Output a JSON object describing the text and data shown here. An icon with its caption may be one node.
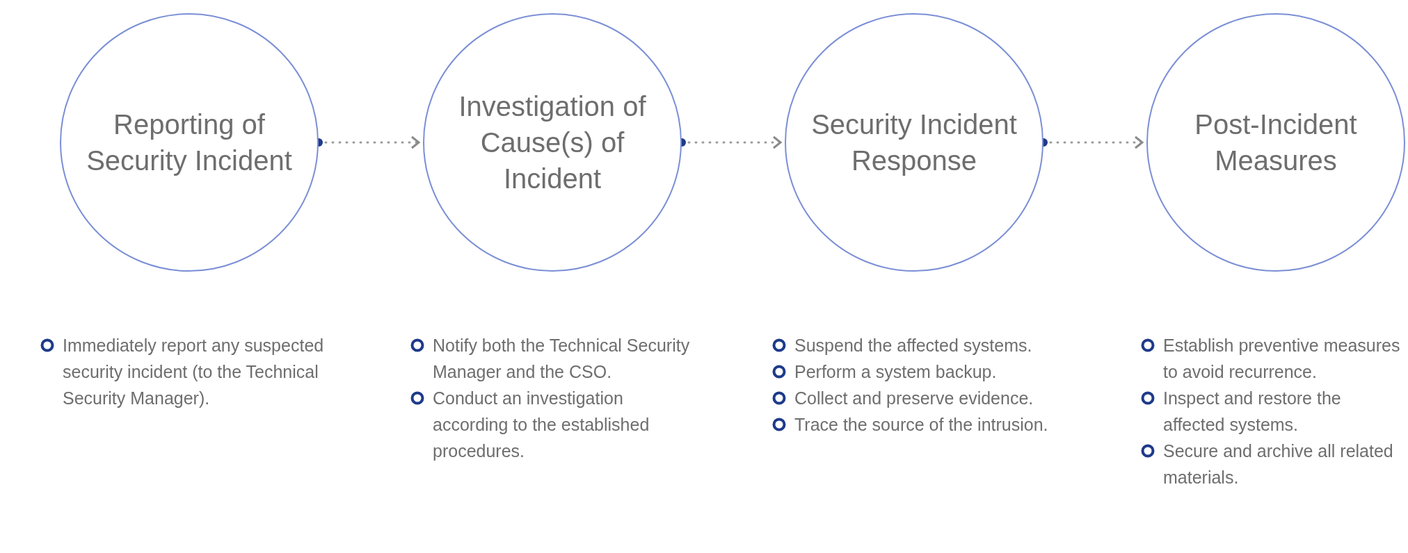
{
  "diagram": {
    "nodes": [
      {
        "text": [
          "Reporting of Security Incident"
        ],
        "beside": [
          "Immediately report any suspected security incident (to the Technical Security Manager)."
        ]
      },
      {
        "text": [
          "Investigation of Cause(s) of Incident"
        ],
        "beside": [
          "Notify both the Technical Security Manager and the CSO.",
          "Conduct an investigation according to the established procedures."
        ]
      },
      {
        "text": [
          "Security Incident Response"
        ],
        "beside": [
          "Suspend the affected systems.",
          "Perform a system backup.",
          "Collect and preserve evidence.",
          "Trace the source of the intrusion."
        ]
      },
      {
        "text": [
          "Post-Incident Measures"
        ],
        "beside": [
          "Establish preventive measures to avoid recurrence.",
          "Inspect and restore the affected systems.",
          "Secure and archive all related materials."
        ]
      }
    ],
    "edges": [
      {
        "from": 0,
        "to": 1,
        "arrow": "to",
        "style": "dashed"
      },
      {
        "from": 1,
        "to": 2,
        "arrow": "to",
        "style": "dashed"
      },
      {
        "from": 2,
        "to": 3,
        "arrow": "to",
        "style": "dashed"
      }
    ]
  }
}
